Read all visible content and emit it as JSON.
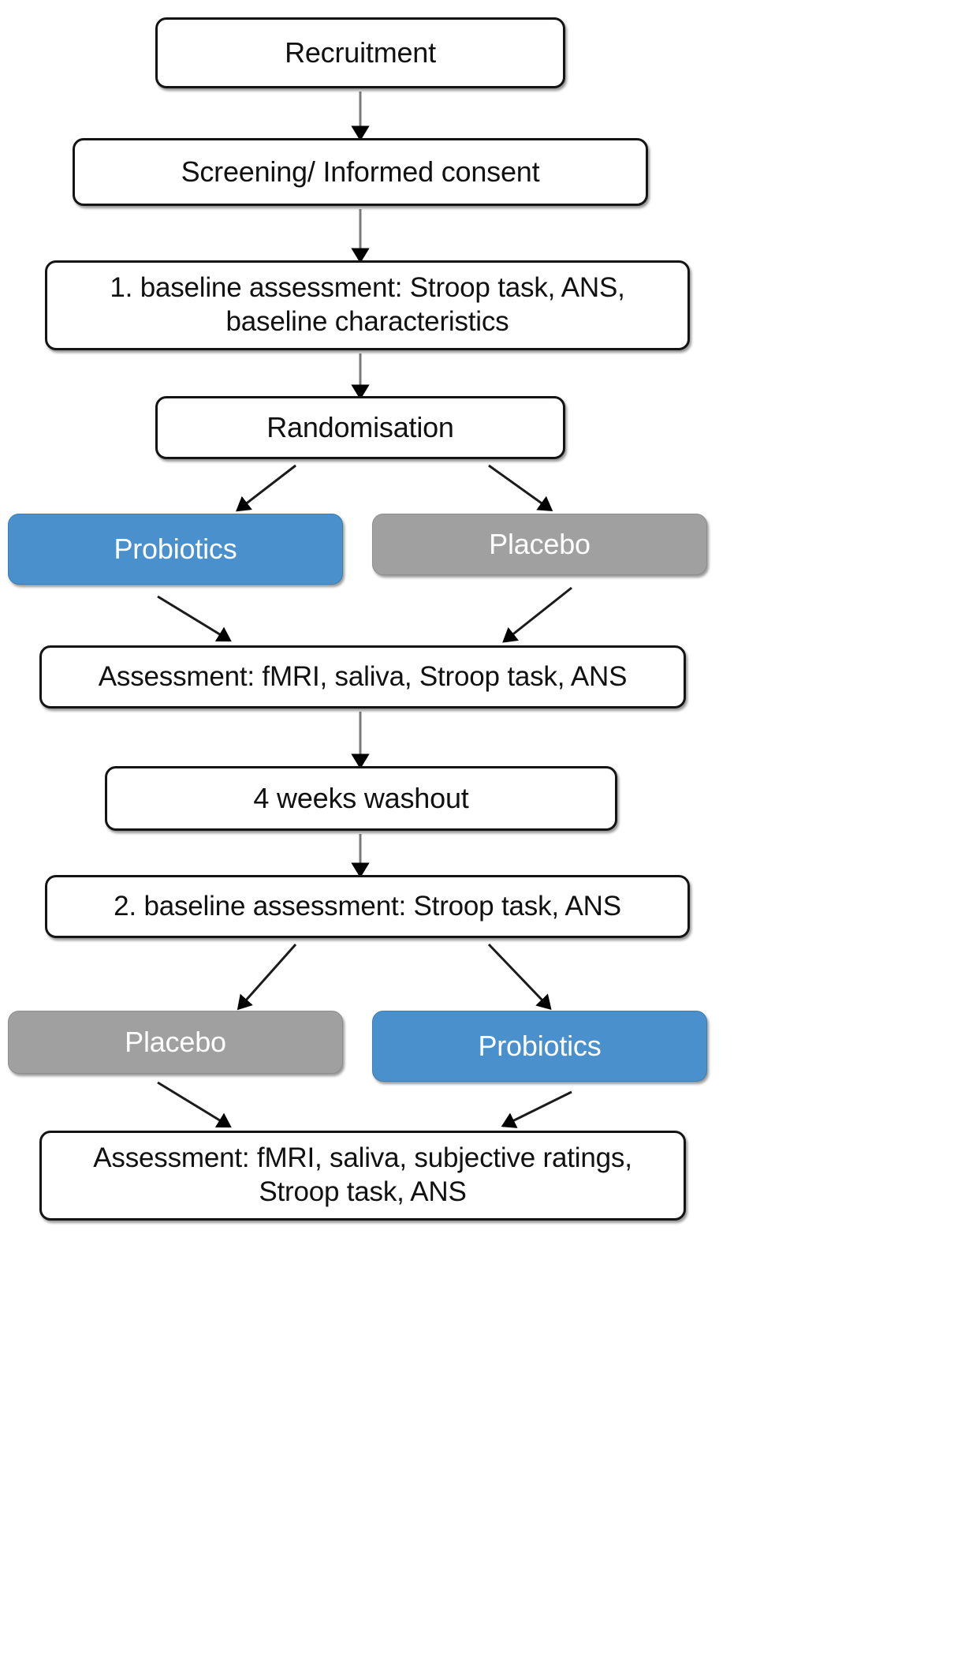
{
  "diagram": {
    "title": "Study flow chart",
    "colors": {
      "probiotics_fill": "#4a90cc",
      "placebo_fill": "#a0a0a0",
      "box_border": "#141414",
      "box_fill": "#ffffff",
      "arrow_line": "#6e6e6e",
      "arrow_head": "#000000"
    },
    "nodes": {
      "recruitment": "Recruitment",
      "screening": "Screening/ Informed consent",
      "baseline1": "1.  baseline assessment: Stroop task, ANS,\nbaseline characteristics",
      "randomisation": "Randomisation",
      "probiotics1": "Probiotics",
      "placebo1": "Placebo",
      "assessment1": "Assessment: fMRI, saliva, Stroop task, ANS",
      "washout": "4 weeks washout",
      "baseline2": "2. baseline assessment: Stroop task, ANS",
      "placebo2": "Placebo",
      "probiotics2": "Probiotics",
      "assessment2": "Assessment: fMRI, saliva, subjective ratings,\nStroop task, ANS"
    },
    "edges": [
      {
        "from": "recruitment",
        "to": "screening",
        "kind": "vertical"
      },
      {
        "from": "screening",
        "to": "baseline1",
        "kind": "vertical"
      },
      {
        "from": "baseline1",
        "to": "randomisation",
        "kind": "vertical"
      },
      {
        "from": "randomisation",
        "to": "probiotics1",
        "kind": "diagonal-left"
      },
      {
        "from": "randomisation",
        "to": "placebo1",
        "kind": "diagonal-right"
      },
      {
        "from": "probiotics1",
        "to": "assessment1",
        "kind": "diagonal-right"
      },
      {
        "from": "placebo1",
        "to": "assessment1",
        "kind": "diagonal-left"
      },
      {
        "from": "assessment1",
        "to": "washout",
        "kind": "vertical"
      },
      {
        "from": "washout",
        "to": "baseline2",
        "kind": "vertical"
      },
      {
        "from": "baseline2",
        "to": "placebo2",
        "kind": "diagonal-left"
      },
      {
        "from": "baseline2",
        "to": "probiotics2",
        "kind": "diagonal-right"
      },
      {
        "from": "placebo2",
        "to": "assessment2",
        "kind": "diagonal-right"
      },
      {
        "from": "probiotics2",
        "to": "assessment2",
        "kind": "diagonal-left"
      }
    ]
  }
}
